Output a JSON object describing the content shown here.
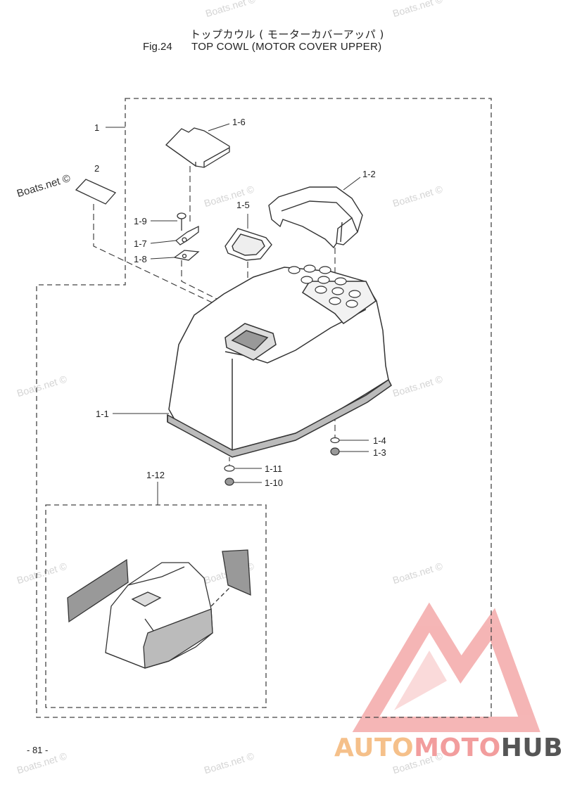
{
  "header": {
    "title_jp": "トップカウル ( モーターカバーアッパ )",
    "fig_number": "Fig.24",
    "fig_title": "TOP COWL (MOTOR COVER UPPER)"
  },
  "footer": {
    "page_number": "- 81 -"
  },
  "watermark": {
    "main": "Boats.net ©",
    "text": "Boats.net ©"
  },
  "part_labels": {
    "p1": "1",
    "p1_1": "1-1",
    "p1_2": "1-2",
    "p1_3": "1-3",
    "p1_4": "1-4",
    "p1_5": "1-5",
    "p1_6": "1-6",
    "p1_7": "1-7",
    "p1_8": "1-8",
    "p1_9": "1-9",
    "p1_10": "1-10",
    "p1_11": "1-11",
    "p1_12": "1-12",
    "p2": "2"
  },
  "logo": {
    "part1": "AUTO",
    "part2": "MOTO",
    "part3": "HUB",
    "colors": {
      "auto": "#f5c08a",
      "moto": "#f29d9d",
      "hub": "#555555",
      "triangle": "#f29d9d"
    }
  }
}
